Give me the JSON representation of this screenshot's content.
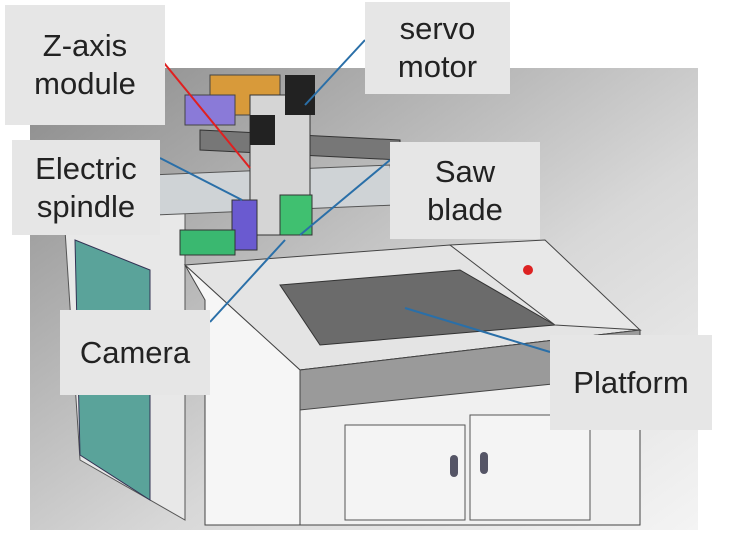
{
  "labels": {
    "z_axis": [
      "Z-axis",
      "module"
    ],
    "servo": [
      "servo",
      "motor"
    ],
    "spindle": [
      "Electric",
      "spindle"
    ],
    "saw": [
      "Saw",
      "blade"
    ],
    "camera": [
      "Camera"
    ],
    "platform": [
      "Platform"
    ]
  },
  "colors": {
    "leader_blue": "#2a6fa8",
    "leader_red": "#e02020",
    "label_bg": "#e6e6e6"
  }
}
